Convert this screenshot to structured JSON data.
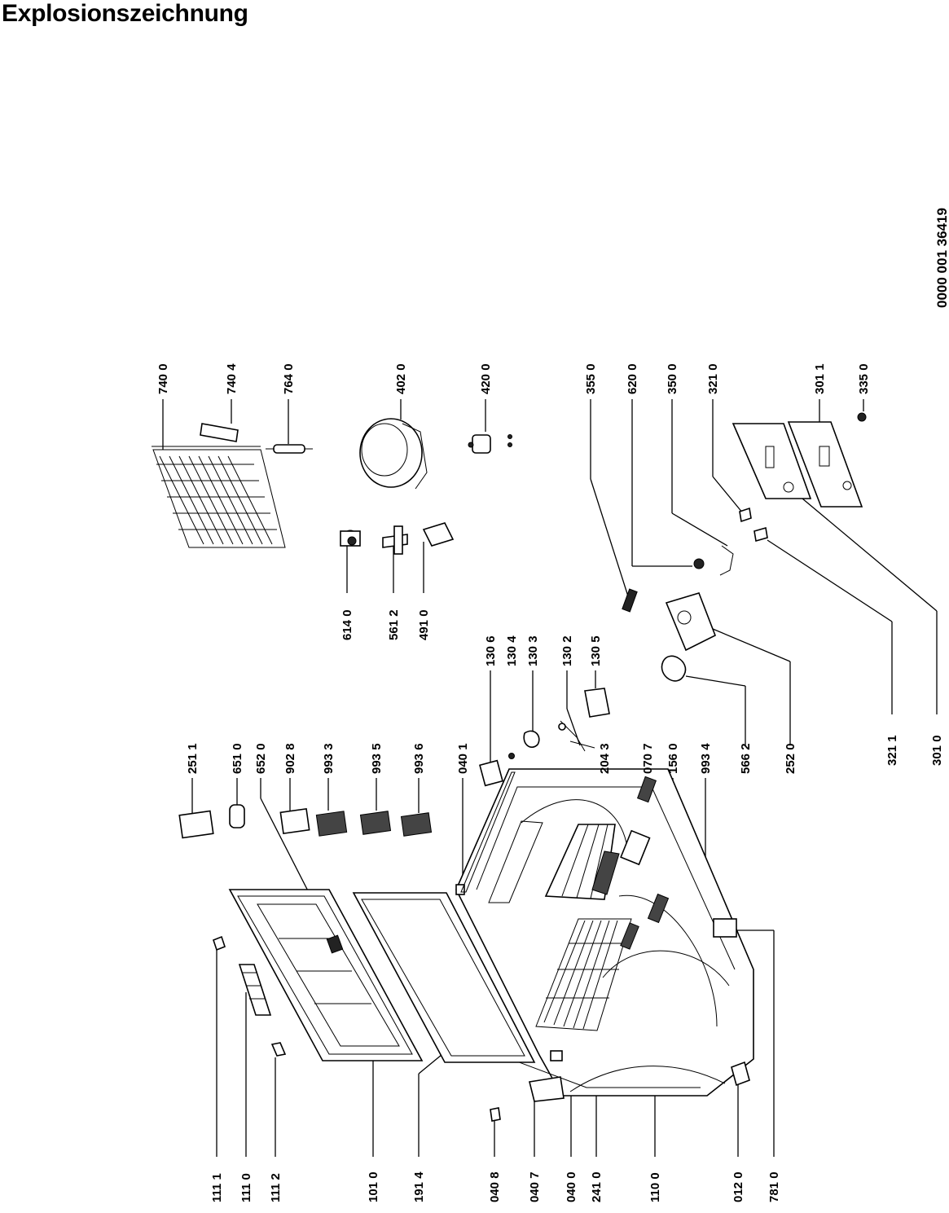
{
  "title": "Explosionszeichnung",
  "document_number": "0000 001 36419",
  "labels": [
    "111 1",
    "111 0",
    "111 2",
    "101 0",
    "191 4",
    "040 8",
    "040 7",
    "040 0",
    "241 0",
    "110 0",
    "012 0",
    "781 0",
    "251 1",
    "651 0",
    "652 0",
    "902 8",
    "993 3",
    "993 5",
    "993 6",
    "040 1",
    "204 3",
    "070 7",
    "156 0",
    "993 4",
    "566 2",
    "252 0",
    "321 1",
    "301 0",
    "130 6",
    "130 4",
    "130 3",
    "130 2",
    "130 5",
    "614 0",
    "561 2",
    "491 0",
    "740 0",
    "740 4",
    "764 0",
    "402 0",
    "420 0",
    "355 0",
    "620 0",
    "350 0",
    "321 0",
    "301 1",
    "335 0"
  ]
}
